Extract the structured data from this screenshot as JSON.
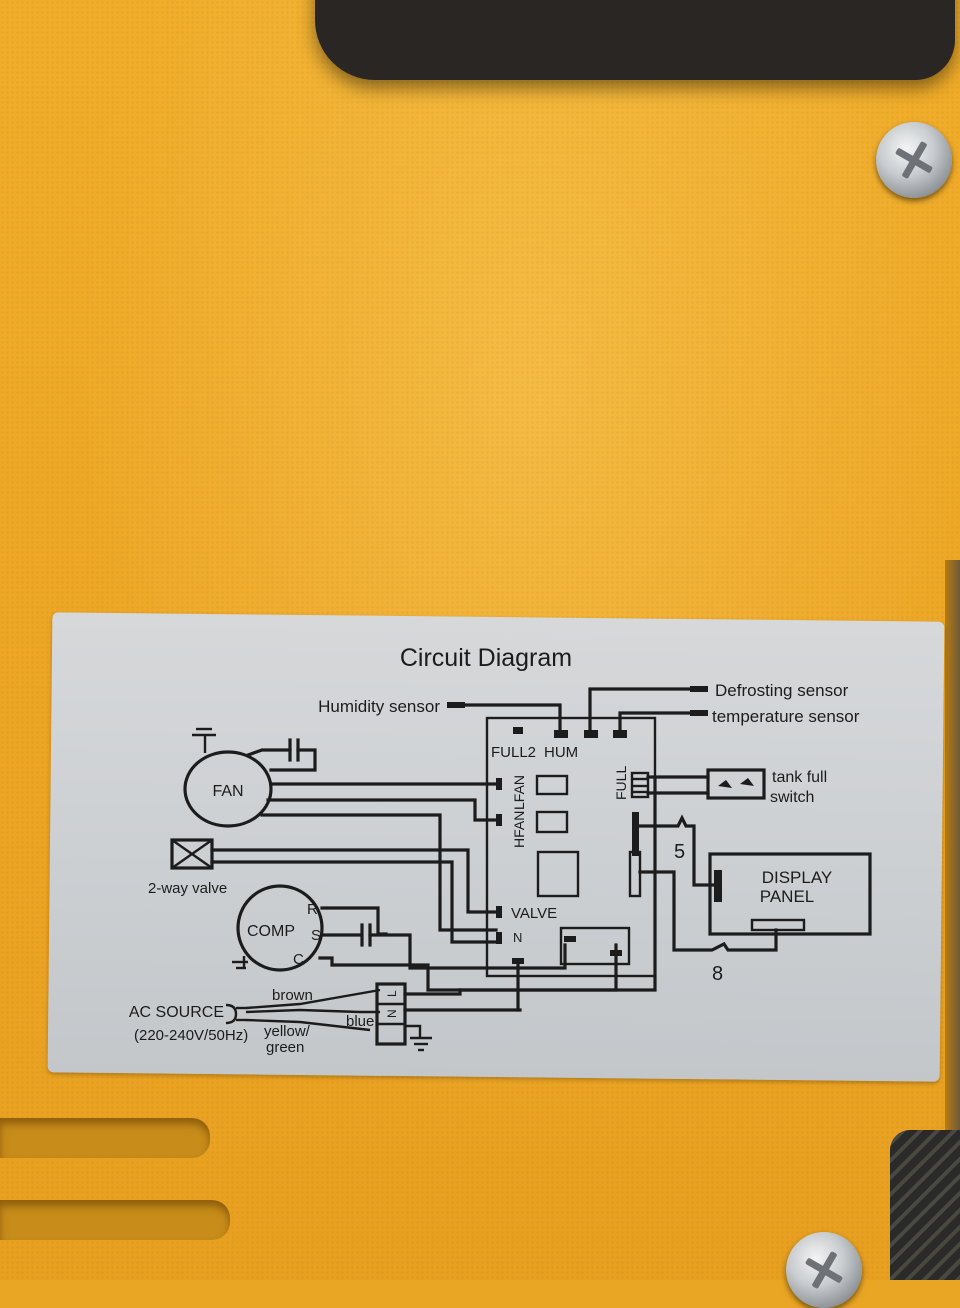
{
  "diagram": {
    "title": "Circuit Diagram",
    "sensors": {
      "humidity": "Humidity sensor",
      "defrosting": "Defrosting sensor",
      "temperature": "temperature sensor"
    },
    "board": {
      "full2": "FULL2",
      "hum": "HUM",
      "lfan": "LFAN",
      "hfan": "HFAN",
      "full": "FULL",
      "valve": "VALVE",
      "n": "N"
    },
    "components": {
      "fan": "FAN",
      "two_way_valve": "2-way valve",
      "comp": "COMP",
      "comp_r": "R",
      "comp_s": "S",
      "comp_c": "C",
      "tank_full_line1": "tank full",
      "tank_full_line2": "switch",
      "display_line1": "DISPLAY",
      "display_line2": "PANEL",
      "wire_5": "5",
      "wire_8": "8"
    },
    "power": {
      "source": "AC SOURCE",
      "rating": "(220-240V/50Hz)",
      "brown": "brown",
      "blue": "blue",
      "yellow_green_1": "yellow/",
      "yellow_green_2": "green",
      "terminal_l": "L",
      "terminal_n": "N"
    }
  }
}
